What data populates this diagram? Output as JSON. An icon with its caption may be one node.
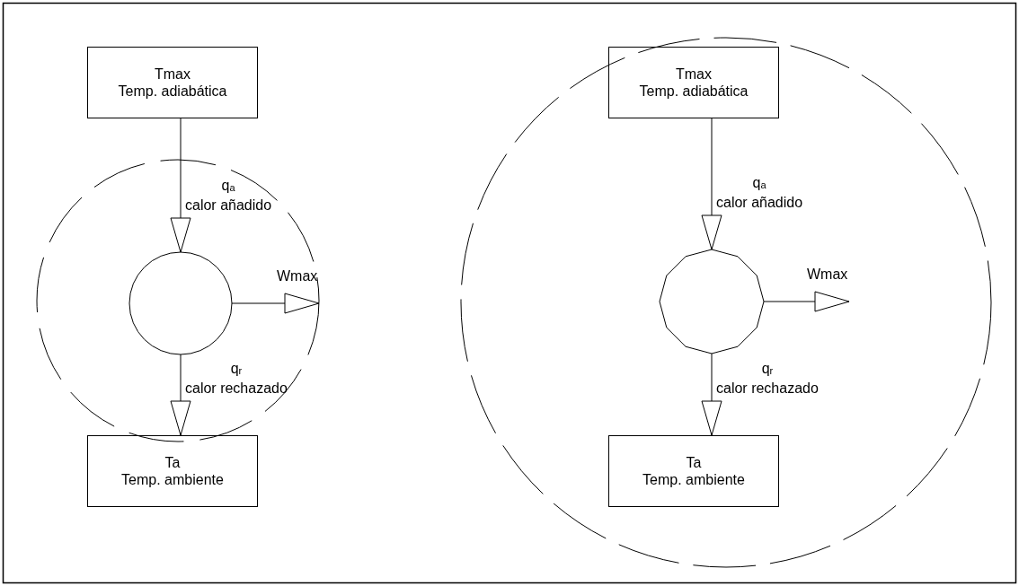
{
  "diagram": {
    "nodes": [
      {
        "text": [
          "Tmax",
          "Temp. adiabática"
        ]
      },
      {
        "text": [],
        "shape": "circle"
      },
      {
        "text": [
          "Ta",
          "Temp. ambiente"
        ]
      },
      {
        "text": [
          "Tmax",
          "Temp. adiabática"
        ]
      },
      {
        "text": [],
        "shape": "polygon"
      },
      {
        "text": [
          "Ta",
          "Temp. ambiente"
        ]
      }
    ],
    "edges": [
      {
        "from": 0,
        "to": 1,
        "arrow": "to",
        "label": "q$_{a}$ calor añadido"
      },
      {
        "from": 1,
        "to": null,
        "arrow": "to",
        "label": "Wmax"
      },
      {
        "from": 1,
        "to": 2,
        "arrow": "to",
        "label": "q$_{r}$ calor rechazado"
      },
      {
        "from": 3,
        "to": 4,
        "arrow": "to",
        "label": "q$_{a}$ calor añadido"
      },
      {
        "from": 4,
        "to": null,
        "arrow": "to",
        "label": "Wmax"
      },
      {
        "from": 4,
        "to": 5,
        "arrow": "to",
        "label": "q$_{r}$ calor rechazado"
      }
    ]
  }
}
